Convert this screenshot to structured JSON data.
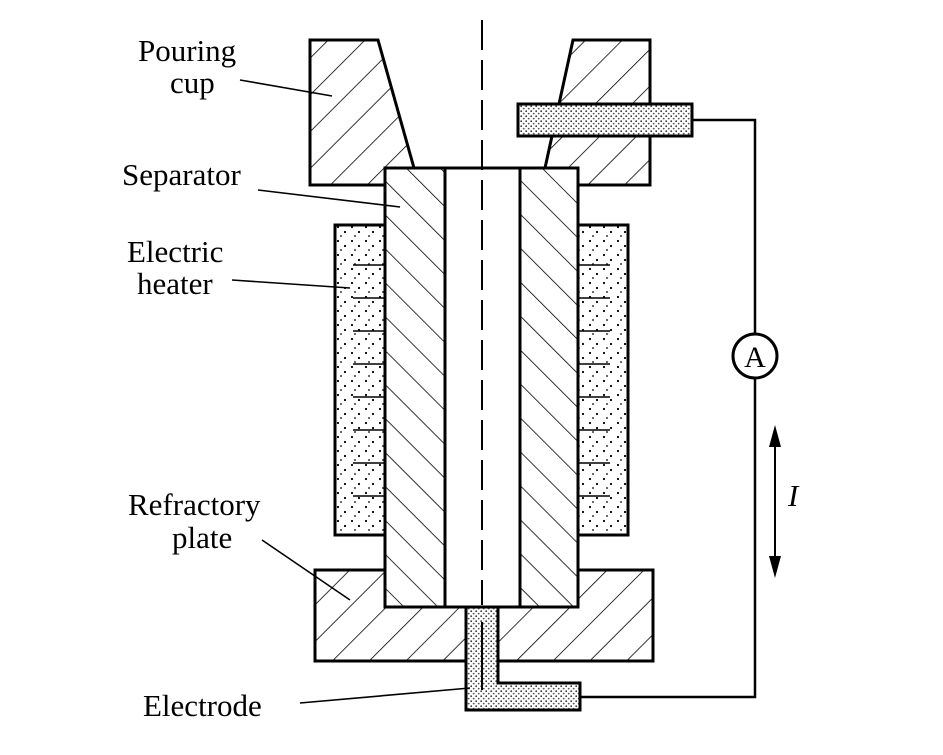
{
  "labels": {
    "pouring_cup": [
      "Pouring",
      "cup"
    ],
    "separator": "Separator",
    "electric_heater": [
      "Electric",
      "heater"
    ],
    "refractory_plate": [
      "Refractory",
      "plate"
    ],
    "electrode": "Electrode",
    "current": "I",
    "ammeter": "A"
  }
}
